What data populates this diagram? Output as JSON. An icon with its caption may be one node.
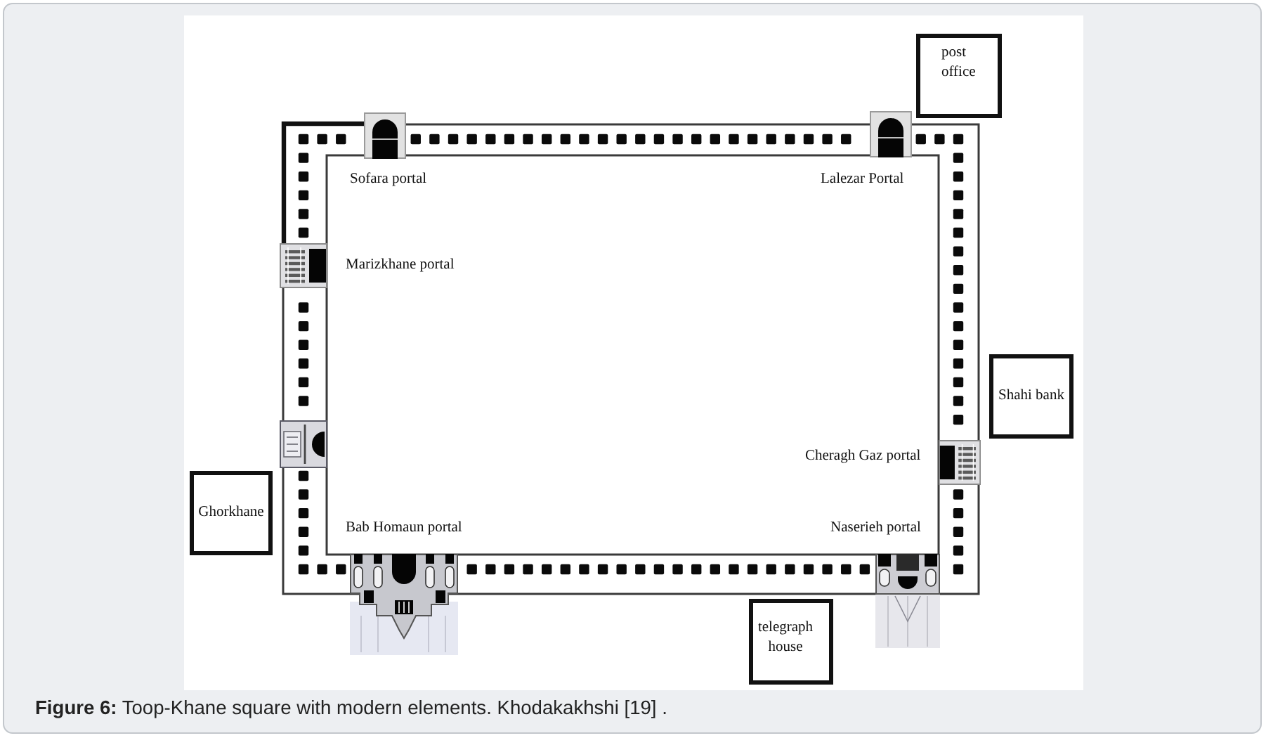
{
  "diagram": {
    "caption": "**Figure 6:** Toop-Khane square with modern elements. Khodakakhshi [19] .",
    "nodes": [
      {
        "text": [
          "post office"
        ]
      },
      {
        "text": [
          "Shahi bank"
        ]
      },
      {
        "text": [
          "Ghorkhane"
        ]
      },
      {
        "text": [
          "telegraph house"
        ]
      }
    ],
    "labels": [
      "Sofara portal",
      "Lalezar Portal",
      "Marizkhane portal",
      "Cheragh Gaz portal",
      "Bab Homaun portal",
      "Naserieh portal"
    ]
  }
}
